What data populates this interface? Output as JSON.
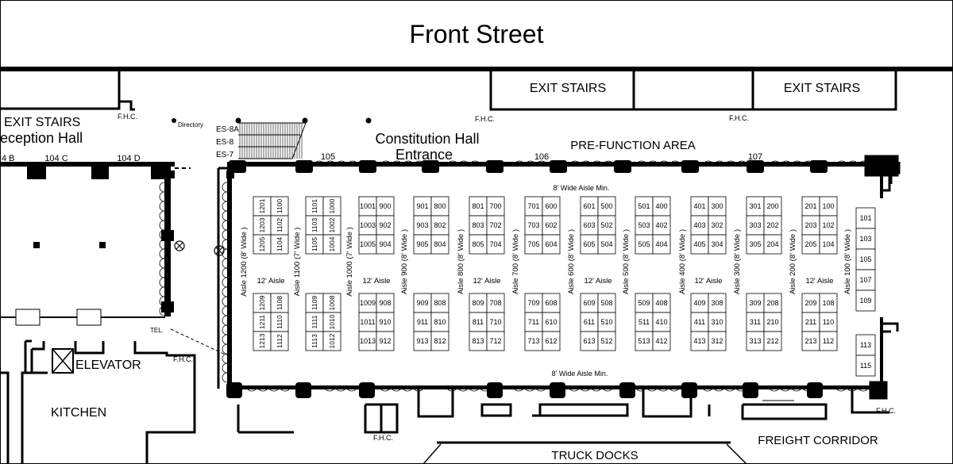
{
  "street": "Front Street",
  "exits": [
    "EXIT STAIRS",
    "EXIT STAIRS",
    "EXIT STAIRS"
  ],
  "reception_hall": "eception Hall",
  "fhc": "F.H.C.",
  "directory": "Directory",
  "tel": "TEL.",
  "escalators": [
    "ES-8A",
    "ES-8",
    "ES-7"
  ],
  "entrance": [
    "Constitution Hall",
    "Entrance"
  ],
  "pre_function": "PRE-FUNCTION AREA",
  "room_labels": [
    "4 B",
    "104 C",
    "104 D",
    "105",
    "106",
    "107"
  ],
  "elevator": "ELEVATOR",
  "kitchen": "KITCHEN",
  "freight_corridor": "FREIGHT CORRIDOR",
  "truck_docks": "TRUCK DOCKS",
  "outer_aisle": "8' Wide Aisle Min.",
  "cross_aisle": "12' Aisle",
  "vertical_aisles": [
    "Aisle 1200 (8' Wide )",
    "Aisle 1100 (7' Wide )",
    "Aisle 1000 (7' Wide )",
    "Aisle 900 (8' Wide )",
    "Aisle 800 (8' Wide )",
    "Aisle 700 (8' Wide )",
    "Aisle 600 (8' Wide )",
    "Aisle 500 (8' Wide )",
    "Aisle 400 (8' Wide )",
    "Aisle 300 (8' Wide )",
    "Aisle 200 (8' Wide )",
    "Aisle 100 (8' Wide )"
  ],
  "booth_blocks": [
    {
      "top": [
        [
          "1201",
          "1100"
        ],
        [
          "1203",
          "1102"
        ],
        [
          "1205",
          "1104"
        ]
      ],
      "bottom": [
        [
          "1209",
          "1108"
        ],
        [
          "1211",
          "1110"
        ],
        [
          "1213",
          "1112"
        ]
      ],
      "rotated": true
    },
    {
      "top": [
        [
          "1101",
          "1000"
        ],
        [
          "1103",
          "1002"
        ],
        [
          "1105",
          "1004"
        ]
      ],
      "bottom": [
        [
          "1109",
          "1008"
        ],
        [
          "1111",
          "1010"
        ],
        [
          "1113",
          "1012"
        ]
      ],
      "rotated": true
    },
    {
      "top": [
        [
          "1001",
          "900"
        ],
        [
          "1003",
          "902"
        ],
        [
          "1005",
          "904"
        ]
      ],
      "bottom": [
        [
          "1009",
          "908"
        ],
        [
          "1011",
          "910"
        ],
        [
          "1013",
          "912"
        ]
      ],
      "rotated": false
    },
    {
      "top": [
        [
          "901",
          "800"
        ],
        [
          "903",
          "802"
        ],
        [
          "905",
          "804"
        ]
      ],
      "bottom": [
        [
          "909",
          "808"
        ],
        [
          "911",
          "810"
        ],
        [
          "913",
          "812"
        ]
      ],
      "rotated": false
    },
    {
      "top": [
        [
          "801",
          "700"
        ],
        [
          "803",
          "702"
        ],
        [
          "805",
          "704"
        ]
      ],
      "bottom": [
        [
          "809",
          "708"
        ],
        [
          "811",
          "710"
        ],
        [
          "813",
          "712"
        ]
      ],
      "rotated": false
    },
    {
      "top": [
        [
          "701",
          "600"
        ],
        [
          "703",
          "602"
        ],
        [
          "705",
          "604"
        ]
      ],
      "bottom": [
        [
          "709",
          "608"
        ],
        [
          "711",
          "610"
        ],
        [
          "713",
          "612"
        ]
      ],
      "rotated": false
    },
    {
      "top": [
        [
          "601",
          "500"
        ],
        [
          "603",
          "502"
        ],
        [
          "605",
          "504"
        ]
      ],
      "bottom": [
        [
          "609",
          "508"
        ],
        [
          "611",
          "510"
        ],
        [
          "613",
          "512"
        ]
      ],
      "rotated": false
    },
    {
      "top": [
        [
          "501",
          "400"
        ],
        [
          "503",
          "402"
        ],
        [
          "505",
          "404"
        ]
      ],
      "bottom": [
        [
          "509",
          "408"
        ],
        [
          "511",
          "410"
        ],
        [
          "513",
          "412"
        ]
      ],
      "rotated": false
    },
    {
      "top": [
        [
          "401",
          "300"
        ],
        [
          "403",
          "302"
        ],
        [
          "405",
          "304"
        ]
      ],
      "bottom": [
        [
          "409",
          "308"
        ],
        [
          "411",
          "310"
        ],
        [
          "413",
          "312"
        ]
      ],
      "rotated": false
    },
    {
      "top": [
        [
          "301",
          "200"
        ],
        [
          "303",
          "202"
        ],
        [
          "305",
          "204"
        ]
      ],
      "bottom": [
        [
          "309",
          "208"
        ],
        [
          "311",
          "210"
        ],
        [
          "313",
          "212"
        ]
      ],
      "rotated": false
    },
    {
      "top": [
        [
          "201",
          "100"
        ],
        [
          "203",
          "102"
        ],
        [
          "205",
          "104"
        ]
      ],
      "bottom": [
        [
          "209",
          "108"
        ],
        [
          "211",
          "110"
        ],
        [
          "213",
          "112"
        ]
      ],
      "rotated": false
    }
  ],
  "wall_booths_top": [
    "101",
    "103",
    "105",
    "107",
    "109"
  ],
  "wall_booths_bottom": [
    "113",
    "115"
  ]
}
